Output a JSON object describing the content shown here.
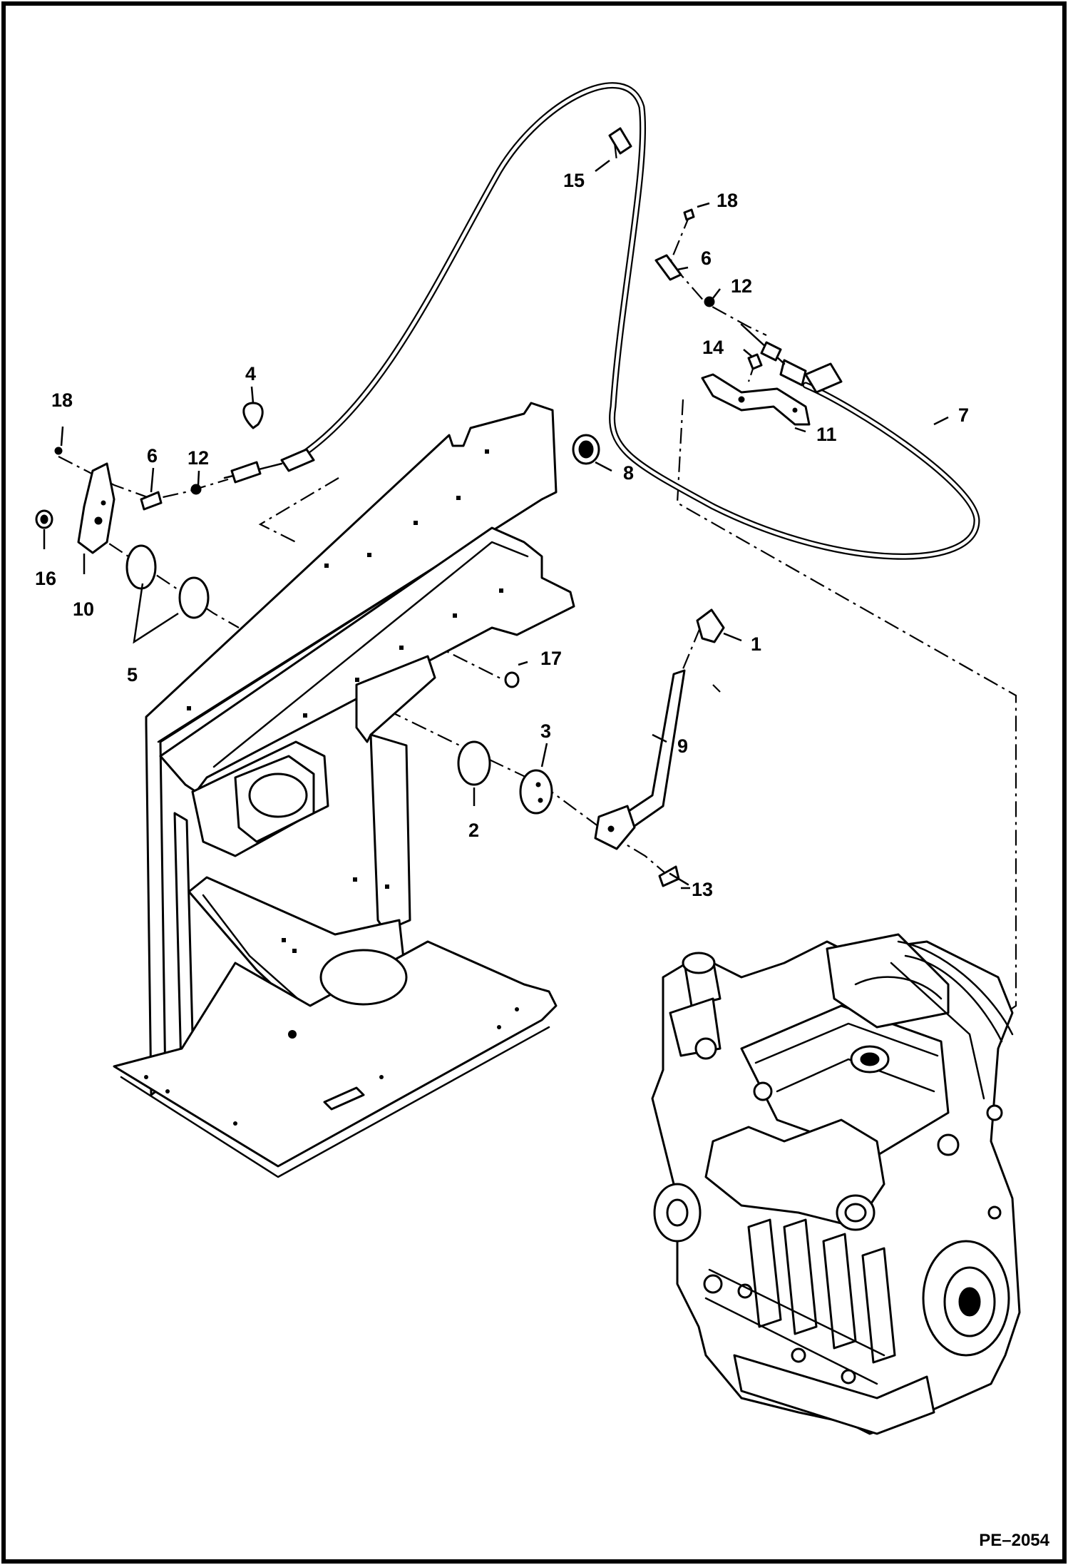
{
  "figure_id": "PE–2054",
  "callouts": {
    "c1": "1",
    "c2": "2",
    "c3": "3",
    "c4": "4",
    "c5": "5",
    "c6a": "6",
    "c6b": "6",
    "c7": "7",
    "c8": "8",
    "c9": "9",
    "c10": "10",
    "c11": "11",
    "c12a": "12",
    "c12b": "12",
    "c13": "13",
    "c14": "14",
    "c15": "15",
    "c16": "16",
    "c17": "17",
    "c18a": "18",
    "c18b": "18"
  }
}
